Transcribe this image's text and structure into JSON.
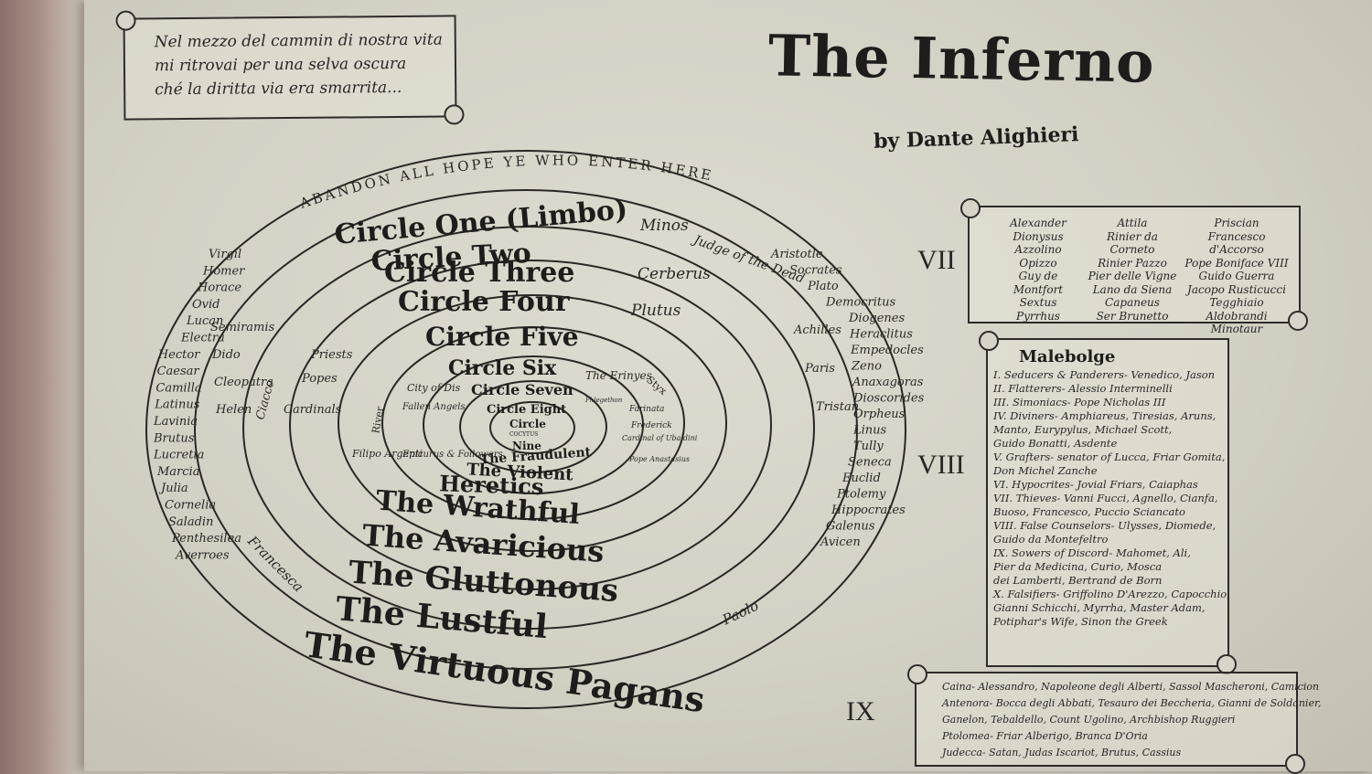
{
  "quote": {
    "lines": [
      "Nel mezzo del cammin di nostra vita",
      "mi ritrovai per una selva oscura",
      "ché la diritta via era smarrita..."
    ]
  },
  "title": "The Inferno",
  "subtitle": "by Dante Alighieri",
  "gate_inscription": "ABANDON ALL HOPE YE WHO ENTER HERE",
  "circles": {
    "top": [
      "Circle One (Limbo)",
      "Circle Two",
      "Circle Three",
      "Circle Four",
      "Circle Five",
      "Circle Six",
      "Circle Seven",
      "Circle Eight",
      "Circle",
      "COCYTUS",
      "Nine"
    ],
    "bottom": [
      "The Virtuous Pagans",
      "The Lustful",
      "The Gluttonous",
      "The Avaricious",
      "The Wrathful",
      "Heretics",
      "The Violent",
      "The Fraudulent"
    ]
  },
  "guardians": [
    "Minos",
    "Judge of the Dead",
    "Cerberus",
    "Plutus",
    "The Erinyes",
    "Farinata",
    "Frederick",
    "Cardinal of Ubaldini",
    "Pope Anastasius",
    "Phlegethon",
    "Epicurus & Followers",
    "City of Dis",
    "Fallen Angels",
    "River",
    "Filipo Argenti",
    "Priests",
    "Popes",
    "Cardinals",
    "Ciacco",
    "Styx",
    "Francesca",
    "Paolo"
  ],
  "limbo_left": [
    "Virgil",
    "Homer",
    "Horace",
    "Ovid",
    "Lucan",
    "Electra",
    "Hector",
    "Caesar",
    "Camilla",
    "Latinus",
    "Lavinia",
    "Brutus",
    "Lucretia",
    "Marcia",
    "Julia",
    "Cornelia",
    "Saladin",
    "Penthesilea",
    "Averroes"
  ],
  "limbo_left2": [
    "Semiramis",
    "Dido",
    "Cleopatra",
    "Helen"
  ],
  "limbo_right": [
    "Aristotle",
    "Socrates",
    "Plato",
    "Democritus",
    "Diogenes",
    "Heraclitus",
    "Empedocles",
    "Zeno",
    "Anaxagoras",
    "Dioscorides",
    "Orpheus",
    "Linus",
    "Tully",
    "Seneca",
    "Euclid",
    "Ptolemy",
    "Hippocrates",
    "Galenus",
    "Avicen"
  ],
  "limbo_right2": [
    "Achilles",
    "Paris",
    "Tristan"
  ],
  "roman_numerals": [
    "VII",
    "VIII",
    "IX"
  ],
  "circle7": {
    "col1": [
      "Alexander",
      "Dionysus",
      "Azzolino",
      "Opizzo",
      "Guy de Montfort",
      "Sextus",
      "Pyrrhus"
    ],
    "col2": [
      "Attila",
      "Rinier da Corneto",
      "Rinier Pazzo",
      "Pier delle Vigne",
      "Lano da Siena",
      "Capaneus",
      "Ser Brunetto"
    ],
    "col3": [
      "Priscian",
      "Francesco d'Accorso",
      "Pope Boniface VIII",
      "Guido Guerra",
      "Jacopo Rusticucci",
      "Tegghiaio Aldobrandi",
      "Minotaur"
    ]
  },
  "malebolge": {
    "heading": "Malebolge",
    "lines": [
      "I. Seducers & Panderers- Venedico, Jason",
      "II. Flatterers- Alessio Interminelli",
      "III. Simoniacs- Pope Nicholas III",
      "IV. Diviners- Amphiareus, Tiresias, Aruns,",
      "Manto, Eurypylus, Michael Scott,",
      "Guido Bonatti, Asdente",
      "V. Grafters- senator of Lucca, Friar Gomita,",
      "Don Michel Zanche",
      "VI. Hypocrites- Jovial Friars, Caiaphas",
      "VII. Thieves- Vanni Fucci, Agnello, Cianfa,",
      "Buoso, Francesco, Puccio Sciancato",
      "VIII. False Counselors- Ulysses, Diomede,",
      "Guido da Montefeltro",
      "IX. Sowers of Discord- Mahomet, Ali,",
      "Pier da Medicina, Curio, Mosca",
      "dei Lamberti, Bertrand de Born",
      "X. Falsifiers- Griffolino D'Arezzo, Capocchio,",
      "Gianni Schicchi, Myrrha, Master Adam,",
      "Potiphar's Wife, Sinon the Greek"
    ]
  },
  "circle9": {
    "lines": [
      "Caina- Alessandro, Napoleone degli Alberti, Sassol Mascheroni, Camicion",
      "Antenora- Bocca degli Abbati, Tesauro dei Beccheria, Gianni de Soldanier,",
      "Ganelon, Tebaldello, Count Ugolino, Archbishop Ruggieri",
      "Ptolomea- Friar Alberigo, Branca D'Oria",
      "Judecca- Satan, Judas Iscariot, Brutus, Cassius"
    ]
  }
}
